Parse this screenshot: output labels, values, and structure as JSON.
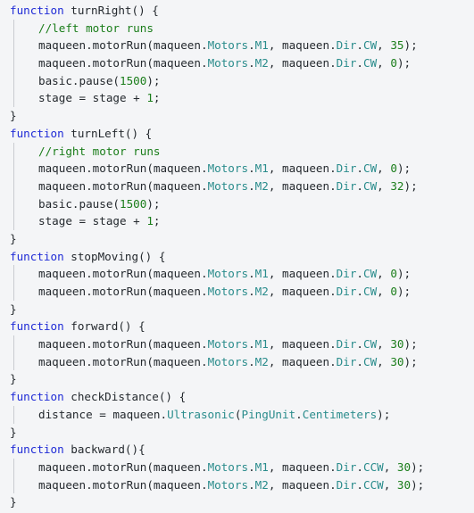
{
  "editor": {
    "language": "JavaScript",
    "colors": {
      "background": "#f4f5f7",
      "keyword": "#1f2bd6",
      "comment": "#1a7d1a",
      "type": "#2a8c8c",
      "number": "#1a7d1a",
      "text": "#24292e",
      "indent_guide": "#c9ccd1"
    },
    "lines": [
      {
        "indent": 0,
        "tokens": [
          {
            "t": "kw",
            "v": "function"
          },
          {
            "t": "txt",
            "v": " turnRight() {"
          }
        ]
      },
      {
        "indent": 1,
        "tokens": [
          {
            "t": "cm",
            "v": "//left motor runs"
          }
        ]
      },
      {
        "indent": 1,
        "tokens": [
          {
            "t": "txt",
            "v": "maqueen.motorRun(maqueen."
          },
          {
            "t": "ty",
            "v": "Motors"
          },
          {
            "t": "txt",
            "v": "."
          },
          {
            "t": "ty",
            "v": "M1"
          },
          {
            "t": "txt",
            "v": ", maqueen."
          },
          {
            "t": "ty",
            "v": "Dir"
          },
          {
            "t": "txt",
            "v": "."
          },
          {
            "t": "ty",
            "v": "CW"
          },
          {
            "t": "txt",
            "v": ", "
          },
          {
            "t": "num",
            "v": "35"
          },
          {
            "t": "txt",
            "v": ");"
          }
        ]
      },
      {
        "indent": 1,
        "tokens": [
          {
            "t": "txt",
            "v": "maqueen.motorRun(maqueen."
          },
          {
            "t": "ty",
            "v": "Motors"
          },
          {
            "t": "txt",
            "v": "."
          },
          {
            "t": "ty",
            "v": "M2"
          },
          {
            "t": "txt",
            "v": ", maqueen."
          },
          {
            "t": "ty",
            "v": "Dir"
          },
          {
            "t": "txt",
            "v": "."
          },
          {
            "t": "ty",
            "v": "CW"
          },
          {
            "t": "txt",
            "v": ", "
          },
          {
            "t": "num",
            "v": "0"
          },
          {
            "t": "txt",
            "v": ");"
          }
        ]
      },
      {
        "indent": 1,
        "tokens": [
          {
            "t": "txt",
            "v": "basic.pause("
          },
          {
            "t": "num",
            "v": "1500"
          },
          {
            "t": "txt",
            "v": ");"
          }
        ]
      },
      {
        "indent": 1,
        "tokens": [
          {
            "t": "txt",
            "v": "stage = stage + "
          },
          {
            "t": "num",
            "v": "1"
          },
          {
            "t": "txt",
            "v": ";"
          }
        ]
      },
      {
        "indent": 0,
        "tokens": [
          {
            "t": "txt",
            "v": "}"
          }
        ]
      },
      {
        "indent": 0,
        "tokens": [
          {
            "t": "kw",
            "v": "function"
          },
          {
            "t": "txt",
            "v": " turnLeft() {"
          }
        ]
      },
      {
        "indent": 1,
        "tokens": [
          {
            "t": "cm",
            "v": "//right motor runs"
          }
        ]
      },
      {
        "indent": 1,
        "tokens": [
          {
            "t": "txt",
            "v": "maqueen.motorRun(maqueen."
          },
          {
            "t": "ty",
            "v": "Motors"
          },
          {
            "t": "txt",
            "v": "."
          },
          {
            "t": "ty",
            "v": "M1"
          },
          {
            "t": "txt",
            "v": ", maqueen."
          },
          {
            "t": "ty",
            "v": "Dir"
          },
          {
            "t": "txt",
            "v": "."
          },
          {
            "t": "ty",
            "v": "CW"
          },
          {
            "t": "txt",
            "v": ", "
          },
          {
            "t": "num",
            "v": "0"
          },
          {
            "t": "txt",
            "v": ");"
          }
        ]
      },
      {
        "indent": 1,
        "tokens": [
          {
            "t": "txt",
            "v": "maqueen.motorRun(maqueen."
          },
          {
            "t": "ty",
            "v": "Motors"
          },
          {
            "t": "txt",
            "v": "."
          },
          {
            "t": "ty",
            "v": "M2"
          },
          {
            "t": "txt",
            "v": ", maqueen."
          },
          {
            "t": "ty",
            "v": "Dir"
          },
          {
            "t": "txt",
            "v": "."
          },
          {
            "t": "ty",
            "v": "CW"
          },
          {
            "t": "txt",
            "v": ", "
          },
          {
            "t": "num",
            "v": "32"
          },
          {
            "t": "txt",
            "v": ");"
          }
        ]
      },
      {
        "indent": 1,
        "tokens": [
          {
            "t": "txt",
            "v": "basic.pause("
          },
          {
            "t": "num",
            "v": "1500"
          },
          {
            "t": "txt",
            "v": ");"
          }
        ]
      },
      {
        "indent": 1,
        "tokens": [
          {
            "t": "txt",
            "v": "stage = stage + "
          },
          {
            "t": "num",
            "v": "1"
          },
          {
            "t": "txt",
            "v": ";"
          }
        ]
      },
      {
        "indent": 0,
        "tokens": [
          {
            "t": "txt",
            "v": "}"
          }
        ]
      },
      {
        "indent": 0,
        "tokens": [
          {
            "t": "kw",
            "v": "function"
          },
          {
            "t": "txt",
            "v": " stopMoving() {"
          }
        ]
      },
      {
        "indent": 1,
        "tokens": [
          {
            "t": "txt",
            "v": "maqueen.motorRun(maqueen."
          },
          {
            "t": "ty",
            "v": "Motors"
          },
          {
            "t": "txt",
            "v": "."
          },
          {
            "t": "ty",
            "v": "M1"
          },
          {
            "t": "txt",
            "v": ", maqueen."
          },
          {
            "t": "ty",
            "v": "Dir"
          },
          {
            "t": "txt",
            "v": "."
          },
          {
            "t": "ty",
            "v": "CW"
          },
          {
            "t": "txt",
            "v": ", "
          },
          {
            "t": "num",
            "v": "0"
          },
          {
            "t": "txt",
            "v": ");"
          }
        ]
      },
      {
        "indent": 1,
        "tokens": [
          {
            "t": "txt",
            "v": "maqueen.motorRun(maqueen."
          },
          {
            "t": "ty",
            "v": "Motors"
          },
          {
            "t": "txt",
            "v": "."
          },
          {
            "t": "ty",
            "v": "M2"
          },
          {
            "t": "txt",
            "v": ", maqueen."
          },
          {
            "t": "ty",
            "v": "Dir"
          },
          {
            "t": "txt",
            "v": "."
          },
          {
            "t": "ty",
            "v": "CW"
          },
          {
            "t": "txt",
            "v": ", "
          },
          {
            "t": "num",
            "v": "0"
          },
          {
            "t": "txt",
            "v": ");"
          }
        ]
      },
      {
        "indent": 0,
        "tokens": [
          {
            "t": "txt",
            "v": "}"
          }
        ]
      },
      {
        "indent": 0,
        "tokens": [
          {
            "t": "kw",
            "v": "function"
          },
          {
            "t": "txt",
            "v": " forward() {"
          }
        ]
      },
      {
        "indent": 1,
        "tokens": [
          {
            "t": "txt",
            "v": "maqueen.motorRun(maqueen."
          },
          {
            "t": "ty",
            "v": "Motors"
          },
          {
            "t": "txt",
            "v": "."
          },
          {
            "t": "ty",
            "v": "M1"
          },
          {
            "t": "txt",
            "v": ", maqueen."
          },
          {
            "t": "ty",
            "v": "Dir"
          },
          {
            "t": "txt",
            "v": "."
          },
          {
            "t": "ty",
            "v": "CW"
          },
          {
            "t": "txt",
            "v": ", "
          },
          {
            "t": "num",
            "v": "30"
          },
          {
            "t": "txt",
            "v": ");"
          }
        ]
      },
      {
        "indent": 1,
        "tokens": [
          {
            "t": "txt",
            "v": "maqueen.motorRun(maqueen."
          },
          {
            "t": "ty",
            "v": "Motors"
          },
          {
            "t": "txt",
            "v": "."
          },
          {
            "t": "ty",
            "v": "M2"
          },
          {
            "t": "txt",
            "v": ", maqueen."
          },
          {
            "t": "ty",
            "v": "Dir"
          },
          {
            "t": "txt",
            "v": "."
          },
          {
            "t": "ty",
            "v": "CW"
          },
          {
            "t": "txt",
            "v": ", "
          },
          {
            "t": "num",
            "v": "30"
          },
          {
            "t": "txt",
            "v": ");"
          }
        ]
      },
      {
        "indent": 0,
        "tokens": [
          {
            "t": "txt",
            "v": "}"
          }
        ]
      },
      {
        "indent": 0,
        "tokens": [
          {
            "t": "kw",
            "v": "function"
          },
          {
            "t": "txt",
            "v": " checkDistance() {"
          }
        ]
      },
      {
        "indent": 1,
        "tokens": [
          {
            "t": "txt",
            "v": "distance = maqueen."
          },
          {
            "t": "ty",
            "v": "Ultrasonic"
          },
          {
            "t": "txt",
            "v": "("
          },
          {
            "t": "ty",
            "v": "PingUnit"
          },
          {
            "t": "txt",
            "v": "."
          },
          {
            "t": "ty",
            "v": "Centimeters"
          },
          {
            "t": "txt",
            "v": ");"
          }
        ]
      },
      {
        "indent": 0,
        "tokens": [
          {
            "t": "txt",
            "v": "}"
          }
        ]
      },
      {
        "indent": 0,
        "tokens": [
          {
            "t": "kw",
            "v": "function"
          },
          {
            "t": "txt",
            "v": " backward(){"
          }
        ]
      },
      {
        "indent": 1,
        "tokens": [
          {
            "t": "txt",
            "v": "maqueen.motorRun(maqueen."
          },
          {
            "t": "ty",
            "v": "Motors"
          },
          {
            "t": "txt",
            "v": "."
          },
          {
            "t": "ty",
            "v": "M1"
          },
          {
            "t": "txt",
            "v": ", maqueen."
          },
          {
            "t": "ty",
            "v": "Dir"
          },
          {
            "t": "txt",
            "v": "."
          },
          {
            "t": "ty",
            "v": "CCW"
          },
          {
            "t": "txt",
            "v": ", "
          },
          {
            "t": "num",
            "v": "30"
          },
          {
            "t": "txt",
            "v": ");"
          }
        ]
      },
      {
        "indent": 1,
        "tokens": [
          {
            "t": "txt",
            "v": "maqueen.motorRun(maqueen."
          },
          {
            "t": "ty",
            "v": "Motors"
          },
          {
            "t": "txt",
            "v": "."
          },
          {
            "t": "ty",
            "v": "M2"
          },
          {
            "t": "txt",
            "v": ", maqueen."
          },
          {
            "t": "ty",
            "v": "Dir"
          },
          {
            "t": "txt",
            "v": "."
          },
          {
            "t": "ty",
            "v": "CCW"
          },
          {
            "t": "txt",
            "v": ", "
          },
          {
            "t": "num",
            "v": "30"
          },
          {
            "t": "txt",
            "v": ");"
          }
        ]
      },
      {
        "indent": 0,
        "tokens": [
          {
            "t": "txt",
            "v": "}"
          }
        ]
      }
    ]
  }
}
